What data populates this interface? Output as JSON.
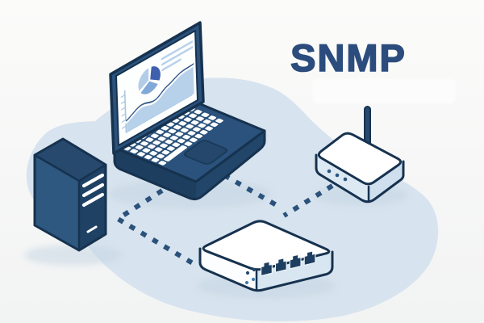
{
  "title": {
    "text": "SNMP"
  },
  "palette": {
    "background": "#f6f7f6",
    "floor_blob": "#d7e3ee",
    "outline": "#16324f",
    "device_navy": "#2a527c",
    "device_navy_dark": "#1d3e5f",
    "title_color": "#2b4c7d",
    "connection": "#2a527b",
    "light_face": "#dce9f3",
    "pie_dark": "#3f60ae",
    "pie_light": "#b3cde9",
    "pie_medium": "#81a9d8",
    "chart_fill": "#b7d1eb"
  },
  "devices": [
    {
      "id": "laptop",
      "icon": "laptop-icon",
      "screen_widgets": [
        "pie-chart",
        "rising-line-chart",
        "text-lines"
      ]
    },
    {
      "id": "server",
      "icon": "server-tower-icon",
      "vent_slats": 3
    },
    {
      "id": "router",
      "icon": "wireless-router-icon",
      "antennas": 1,
      "leds": 3
    },
    {
      "id": "switch",
      "icon": "network-switch-icon",
      "ethernet_ports": 4,
      "leds": 4
    }
  ],
  "connections": [
    {
      "from": "laptop",
      "to": "switch",
      "via": "server",
      "style": "dotted"
    },
    {
      "from": "laptop",
      "to": "switch",
      "style": "dotted"
    },
    {
      "from": "router",
      "to": "switch",
      "style": "dotted"
    }
  ]
}
